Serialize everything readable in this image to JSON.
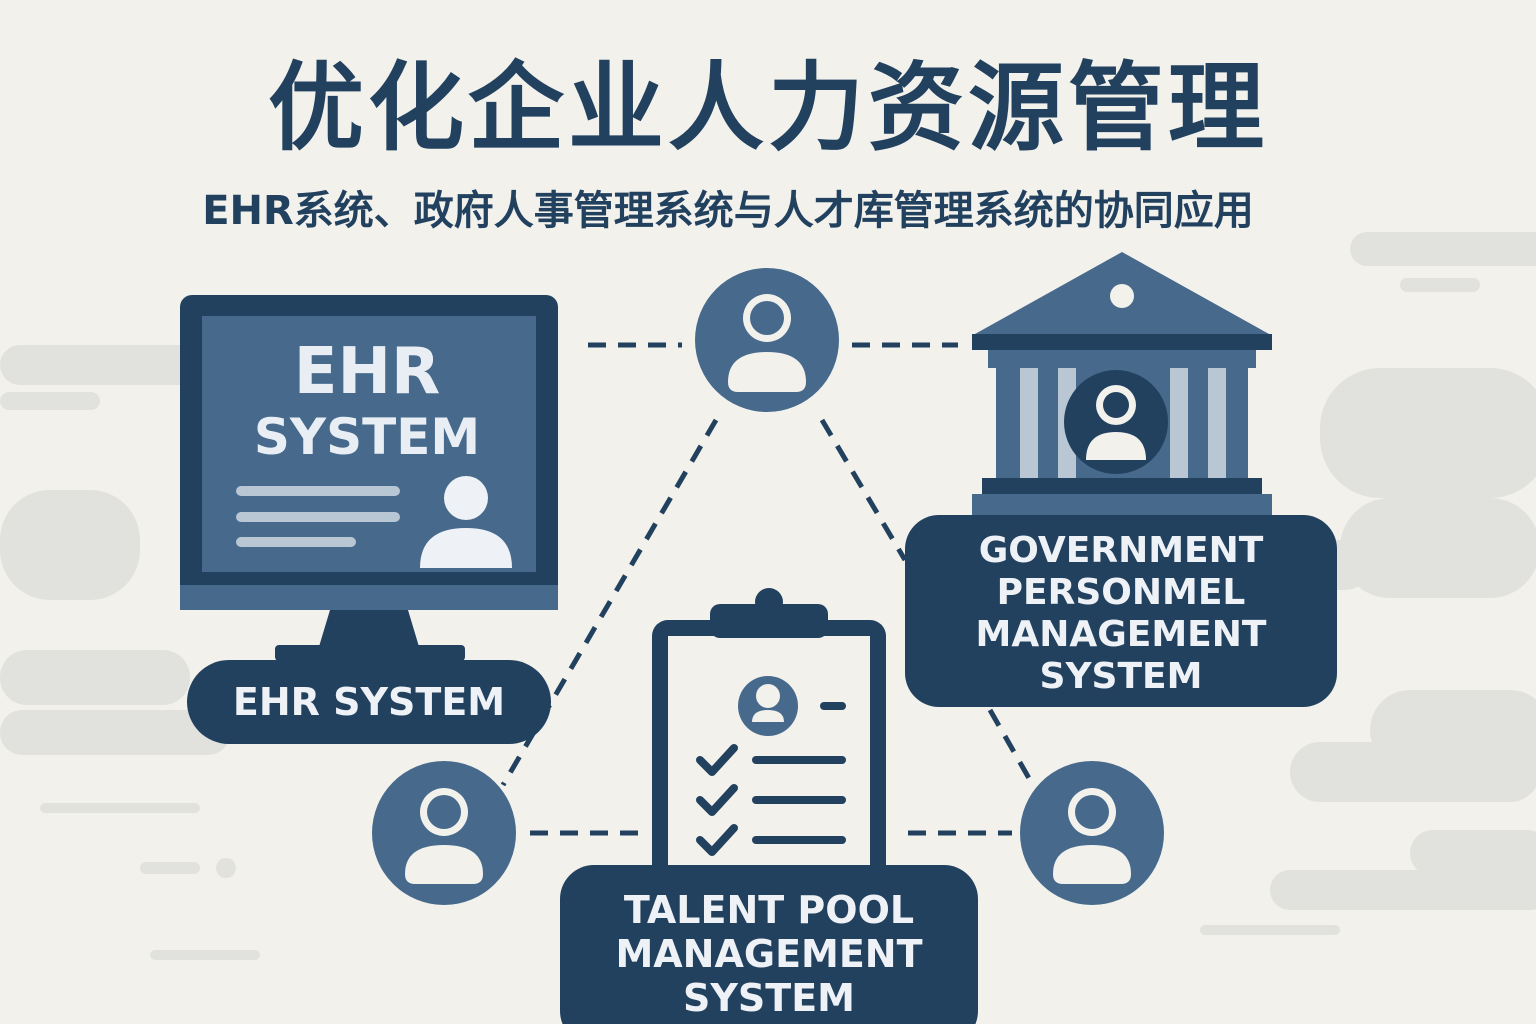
{
  "header": {
    "title": "优化企业人力资源管理",
    "subtitle": "EHR系统、政府人事管理系统与人才库管理系统的协同应用"
  },
  "ehr": {
    "screen_line1": "EHR",
    "screen_line2": "SYSTEM",
    "label": "EHR SYSTEM"
  },
  "government": {
    "label_lines": [
      "GOVERNMENT",
      "PERSONMEL",
      "MANAGEMENT",
      "SYSTEM"
    ]
  },
  "talent": {
    "label_lines": [
      "TALENT POOL",
      "MANAGEMENT",
      "SYSTEM"
    ]
  },
  "colors": {
    "background": "#f2f1ec",
    "navy": "#22415f",
    "steel_blue": "#46698c",
    "light_blue": "#b9c6d4",
    "cloud": "#e1e2de"
  },
  "icons": [
    "user-circle-icon",
    "computer-monitor-icon",
    "government-building-icon",
    "clipboard-checklist-icon",
    "checkmark-icon"
  ]
}
